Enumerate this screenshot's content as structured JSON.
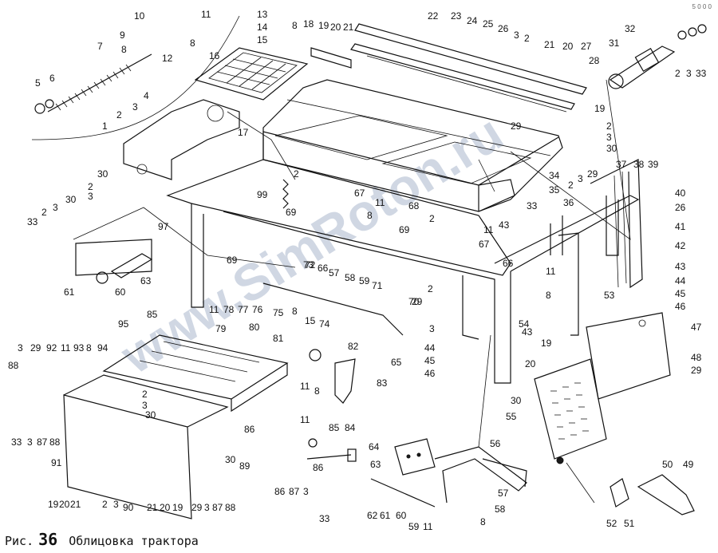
{
  "caption": {
    "prefix": "Рис.",
    "number": "36",
    "title": "Облицовка трактора"
  },
  "corner_mark": "5 0 0 0",
  "watermark": "www.SimRoton.ru",
  "callouts": [
    {
      "id": "c10",
      "text": "10"
    },
    {
      "id": "c11a",
      "text": "11"
    },
    {
      "id": "c9",
      "text": "9"
    },
    {
      "id": "c8a",
      "text": "8"
    },
    {
      "id": "c8b",
      "text": "8"
    },
    {
      "id": "c12",
      "text": "12"
    },
    {
      "id": "c7",
      "text": "7"
    },
    {
      "id": "c5",
      "text": "5"
    },
    {
      "id": "c6",
      "text": "6"
    },
    {
      "id": "c13",
      "text": "13"
    },
    {
      "id": "c14",
      "text": "14"
    },
    {
      "id": "c15a",
      "text": "15"
    },
    {
      "id": "c8c",
      "text": "8"
    },
    {
      "id": "c16",
      "text": "16"
    },
    {
      "id": "c18",
      "text": "18"
    },
    {
      "id": "c19a",
      "text": "19"
    },
    {
      "id": "c20a",
      "text": "20"
    },
    {
      "id": "c21a",
      "text": "21"
    },
    {
      "id": "c22",
      "text": "22"
    },
    {
      "id": "c23",
      "text": "23"
    },
    {
      "id": "c24",
      "text": "24"
    },
    {
      "id": "c25",
      "text": "25"
    },
    {
      "id": "c26a",
      "text": "26"
    },
    {
      "id": "c3a",
      "text": "3"
    },
    {
      "id": "c2a",
      "text": "2"
    },
    {
      "id": "c21b",
      "text": "21"
    },
    {
      "id": "c20b",
      "text": "20"
    },
    {
      "id": "c27",
      "text": "27"
    },
    {
      "id": "c28",
      "text": "28"
    },
    {
      "id": "c31",
      "text": "31"
    },
    {
      "id": "c32",
      "text": "32"
    },
    {
      "id": "c2b",
      "text": "2"
    },
    {
      "id": "c3b",
      "text": "3"
    },
    {
      "id": "c33a",
      "text": "33"
    },
    {
      "id": "c4",
      "text": "4"
    },
    {
      "id": "c3c",
      "text": "3"
    },
    {
      "id": "c2c",
      "text": "2"
    },
    {
      "id": "c1",
      "text": "1"
    },
    {
      "id": "c17",
      "text": "17"
    },
    {
      "id": "c19b",
      "text": "19"
    },
    {
      "id": "c29a",
      "text": "29"
    },
    {
      "id": "c2d",
      "text": "2"
    },
    {
      "id": "c3d",
      "text": "3"
    },
    {
      "id": "c30a",
      "text": "30"
    },
    {
      "id": "c30b",
      "text": "30"
    },
    {
      "id": "c2e",
      "text": "2"
    },
    {
      "id": "c3e",
      "text": "3"
    },
    {
      "id": "c30c",
      "text": "30"
    },
    {
      "id": "c33b",
      "text": "33"
    },
    {
      "id": "c2f",
      "text": "2"
    },
    {
      "id": "c3f",
      "text": "3"
    },
    {
      "id": "c97",
      "text": "97"
    },
    {
      "id": "c2g",
      "text": "2"
    },
    {
      "id": "c99",
      "text": "99"
    },
    {
      "id": "c67a",
      "text": "67"
    },
    {
      "id": "c11b",
      "text": "11"
    },
    {
      "id": "c8d",
      "text": "8"
    },
    {
      "id": "c69a",
      "text": "69"
    },
    {
      "id": "c73",
      "text": "73"
    },
    {
      "id": "c68",
      "text": "68"
    },
    {
      "id": "c2h",
      "text": "2"
    },
    {
      "id": "c69b",
      "text": "69"
    },
    {
      "id": "c11c",
      "text": "11"
    },
    {
      "id": "c67b",
      "text": "67"
    },
    {
      "id": "c34",
      "text": "34"
    },
    {
      "id": "c33c",
      "text": "33"
    },
    {
      "id": "c43a",
      "text": "43"
    },
    {
      "id": "c29b",
      "text": "29"
    },
    {
      "id": "c35",
      "text": "35"
    },
    {
      "id": "c2i",
      "text": "2"
    },
    {
      "id": "c3g",
      "text": "3"
    },
    {
      "id": "c36",
      "text": "36"
    },
    {
      "id": "c37",
      "text": "37"
    },
    {
      "id": "c38",
      "text": "38"
    },
    {
      "id": "c39",
      "text": "39"
    },
    {
      "id": "c40",
      "text": "40"
    },
    {
      "id": "c26b",
      "text": "26"
    },
    {
      "id": "c41",
      "text": "41"
    },
    {
      "id": "c42",
      "text": "42"
    },
    {
      "id": "c43b",
      "text": "43"
    },
    {
      "id": "c44a",
      "text": "44"
    },
    {
      "id": "c45a",
      "text": "45"
    },
    {
      "id": "c46a",
      "text": "46"
    },
    {
      "id": "c63a",
      "text": "63"
    },
    {
      "id": "c60a",
      "text": "60"
    },
    {
      "id": "c61a",
      "text": "61"
    },
    {
      "id": "c69c",
      "text": "69"
    },
    {
      "id": "c72",
      "text": "72"
    },
    {
      "id": "c66a",
      "text": "66"
    },
    {
      "id": "c57a",
      "text": "57"
    },
    {
      "id": "c58a",
      "text": "58"
    },
    {
      "id": "c59a",
      "text": "59"
    },
    {
      "id": "c71",
      "text": "71"
    },
    {
      "id": "c66b",
      "text": "66"
    },
    {
      "id": "c70",
      "text": "70"
    },
    {
      "id": "c11d",
      "text": "11"
    },
    {
      "id": "c78",
      "text": "78"
    },
    {
      "id": "c77",
      "text": "77"
    },
    {
      "id": "c76",
      "text": "76"
    },
    {
      "id": "c75",
      "text": "75"
    },
    {
      "id": "c8e",
      "text": "8"
    },
    {
      "id": "c15b",
      "text": "15"
    },
    {
      "id": "c74",
      "text": "74"
    },
    {
      "id": "c2j",
      "text": "2"
    },
    {
      "id": "c29c",
      "text": "29"
    },
    {
      "id": "c3h",
      "text": "3"
    },
    {
      "id": "c11e",
      "text": "11"
    },
    {
      "id": "c8f",
      "text": "8"
    },
    {
      "id": "c54",
      "text": "54"
    },
    {
      "id": "c43c",
      "text": "43"
    },
    {
      "id": "c53",
      "text": "53"
    },
    {
      "id": "c47",
      "text": "47"
    },
    {
      "id": "c48",
      "text": "48"
    },
    {
      "id": "c29d",
      "text": "29"
    },
    {
      "id": "c79",
      "text": "79"
    },
    {
      "id": "c80",
      "text": "80"
    },
    {
      "id": "c95",
      "text": "95"
    },
    {
      "id": "c85a",
      "text": "85"
    },
    {
      "id": "c81",
      "text": "81"
    },
    {
      "id": "c65",
      "text": "65"
    },
    {
      "id": "c44b",
      "text": "44"
    },
    {
      "id": "c45b",
      "text": "45"
    },
    {
      "id": "c46b",
      "text": "46"
    },
    {
      "id": "c19c",
      "text": "19"
    },
    {
      "id": "c20c",
      "text": "20"
    },
    {
      "id": "c30d",
      "text": "30"
    },
    {
      "id": "c55",
      "text": "55"
    },
    {
      "id": "c3i",
      "text": "3"
    },
    {
      "id": "c29e",
      "text": "29"
    },
    {
      "id": "c92",
      "text": "92"
    },
    {
      "id": "c11f",
      "text": "11"
    },
    {
      "id": "c93",
      "text": "93"
    },
    {
      "id": "c8g",
      "text": "8"
    },
    {
      "id": "c94",
      "text": "94"
    },
    {
      "id": "c88a",
      "text": "88"
    },
    {
      "id": "c2k",
      "text": "2"
    },
    {
      "id": "c3j",
      "text": "3"
    },
    {
      "id": "c30e",
      "text": "30"
    },
    {
      "id": "c82",
      "text": "82"
    },
    {
      "id": "c83",
      "text": "83"
    },
    {
      "id": "c11g",
      "text": "11"
    },
    {
      "id": "c8h",
      "text": "8"
    },
    {
      "id": "c33d",
      "text": "33"
    },
    {
      "id": "c3k",
      "text": "3"
    },
    {
      "id": "c87a",
      "text": "87"
    },
    {
      "id": "c88b",
      "text": "88"
    },
    {
      "id": "c86a",
      "text": "86"
    },
    {
      "id": "c11h",
      "text": "11"
    },
    {
      "id": "c85b",
      "text": "85"
    },
    {
      "id": "c84",
      "text": "84"
    },
    {
      "id": "c86b",
      "text": "86"
    },
    {
      "id": "c91",
      "text": "91"
    },
    {
      "id": "c30f",
      "text": "30"
    },
    {
      "id": "c89",
      "text": "89"
    },
    {
      "id": "c19d",
      "text": "19"
    },
    {
      "id": "c20d",
      "text": "20"
    },
    {
      "id": "c21c",
      "text": "21"
    },
    {
      "id": "c2l",
      "text": "2"
    },
    {
      "id": "c3l",
      "text": "3"
    },
    {
      "id": "c90",
      "text": "90"
    },
    {
      "id": "c21d",
      "text": "21"
    },
    {
      "id": "c20e",
      "text": "20"
    },
    {
      "id": "c19e",
      "text": "19"
    },
    {
      "id": "c29f",
      "text": "29"
    },
    {
      "id": "c3m",
      "text": "3"
    },
    {
      "id": "c87b",
      "text": "87"
    },
    {
      "id": "c88c",
      "text": "88"
    },
    {
      "id": "c86c",
      "text": "86"
    },
    {
      "id": "c87c",
      "text": "87"
    },
    {
      "id": "c3n",
      "text": "3"
    },
    {
      "id": "c33e",
      "text": "33"
    },
    {
      "id": "c64",
      "text": "64"
    },
    {
      "id": "c63b",
      "text": "63"
    },
    {
      "id": "c62",
      "text": "62"
    },
    {
      "id": "c61b",
      "text": "61"
    },
    {
      "id": "c60b",
      "text": "60"
    },
    {
      "id": "c59b",
      "text": "59"
    },
    {
      "id": "c11i",
      "text": "11"
    },
    {
      "id": "c56",
      "text": "56"
    },
    {
      "id": "c57b",
      "text": "57"
    },
    {
      "id": "c58b",
      "text": "58"
    },
    {
      "id": "c8i",
      "text": "8"
    },
    {
      "id": "c52",
      "text": "52"
    },
    {
      "id": "c51",
      "text": "51"
    },
    {
      "id": "c50",
      "text": "50"
    },
    {
      "id": "c49",
      "text": "49"
    }
  ]
}
